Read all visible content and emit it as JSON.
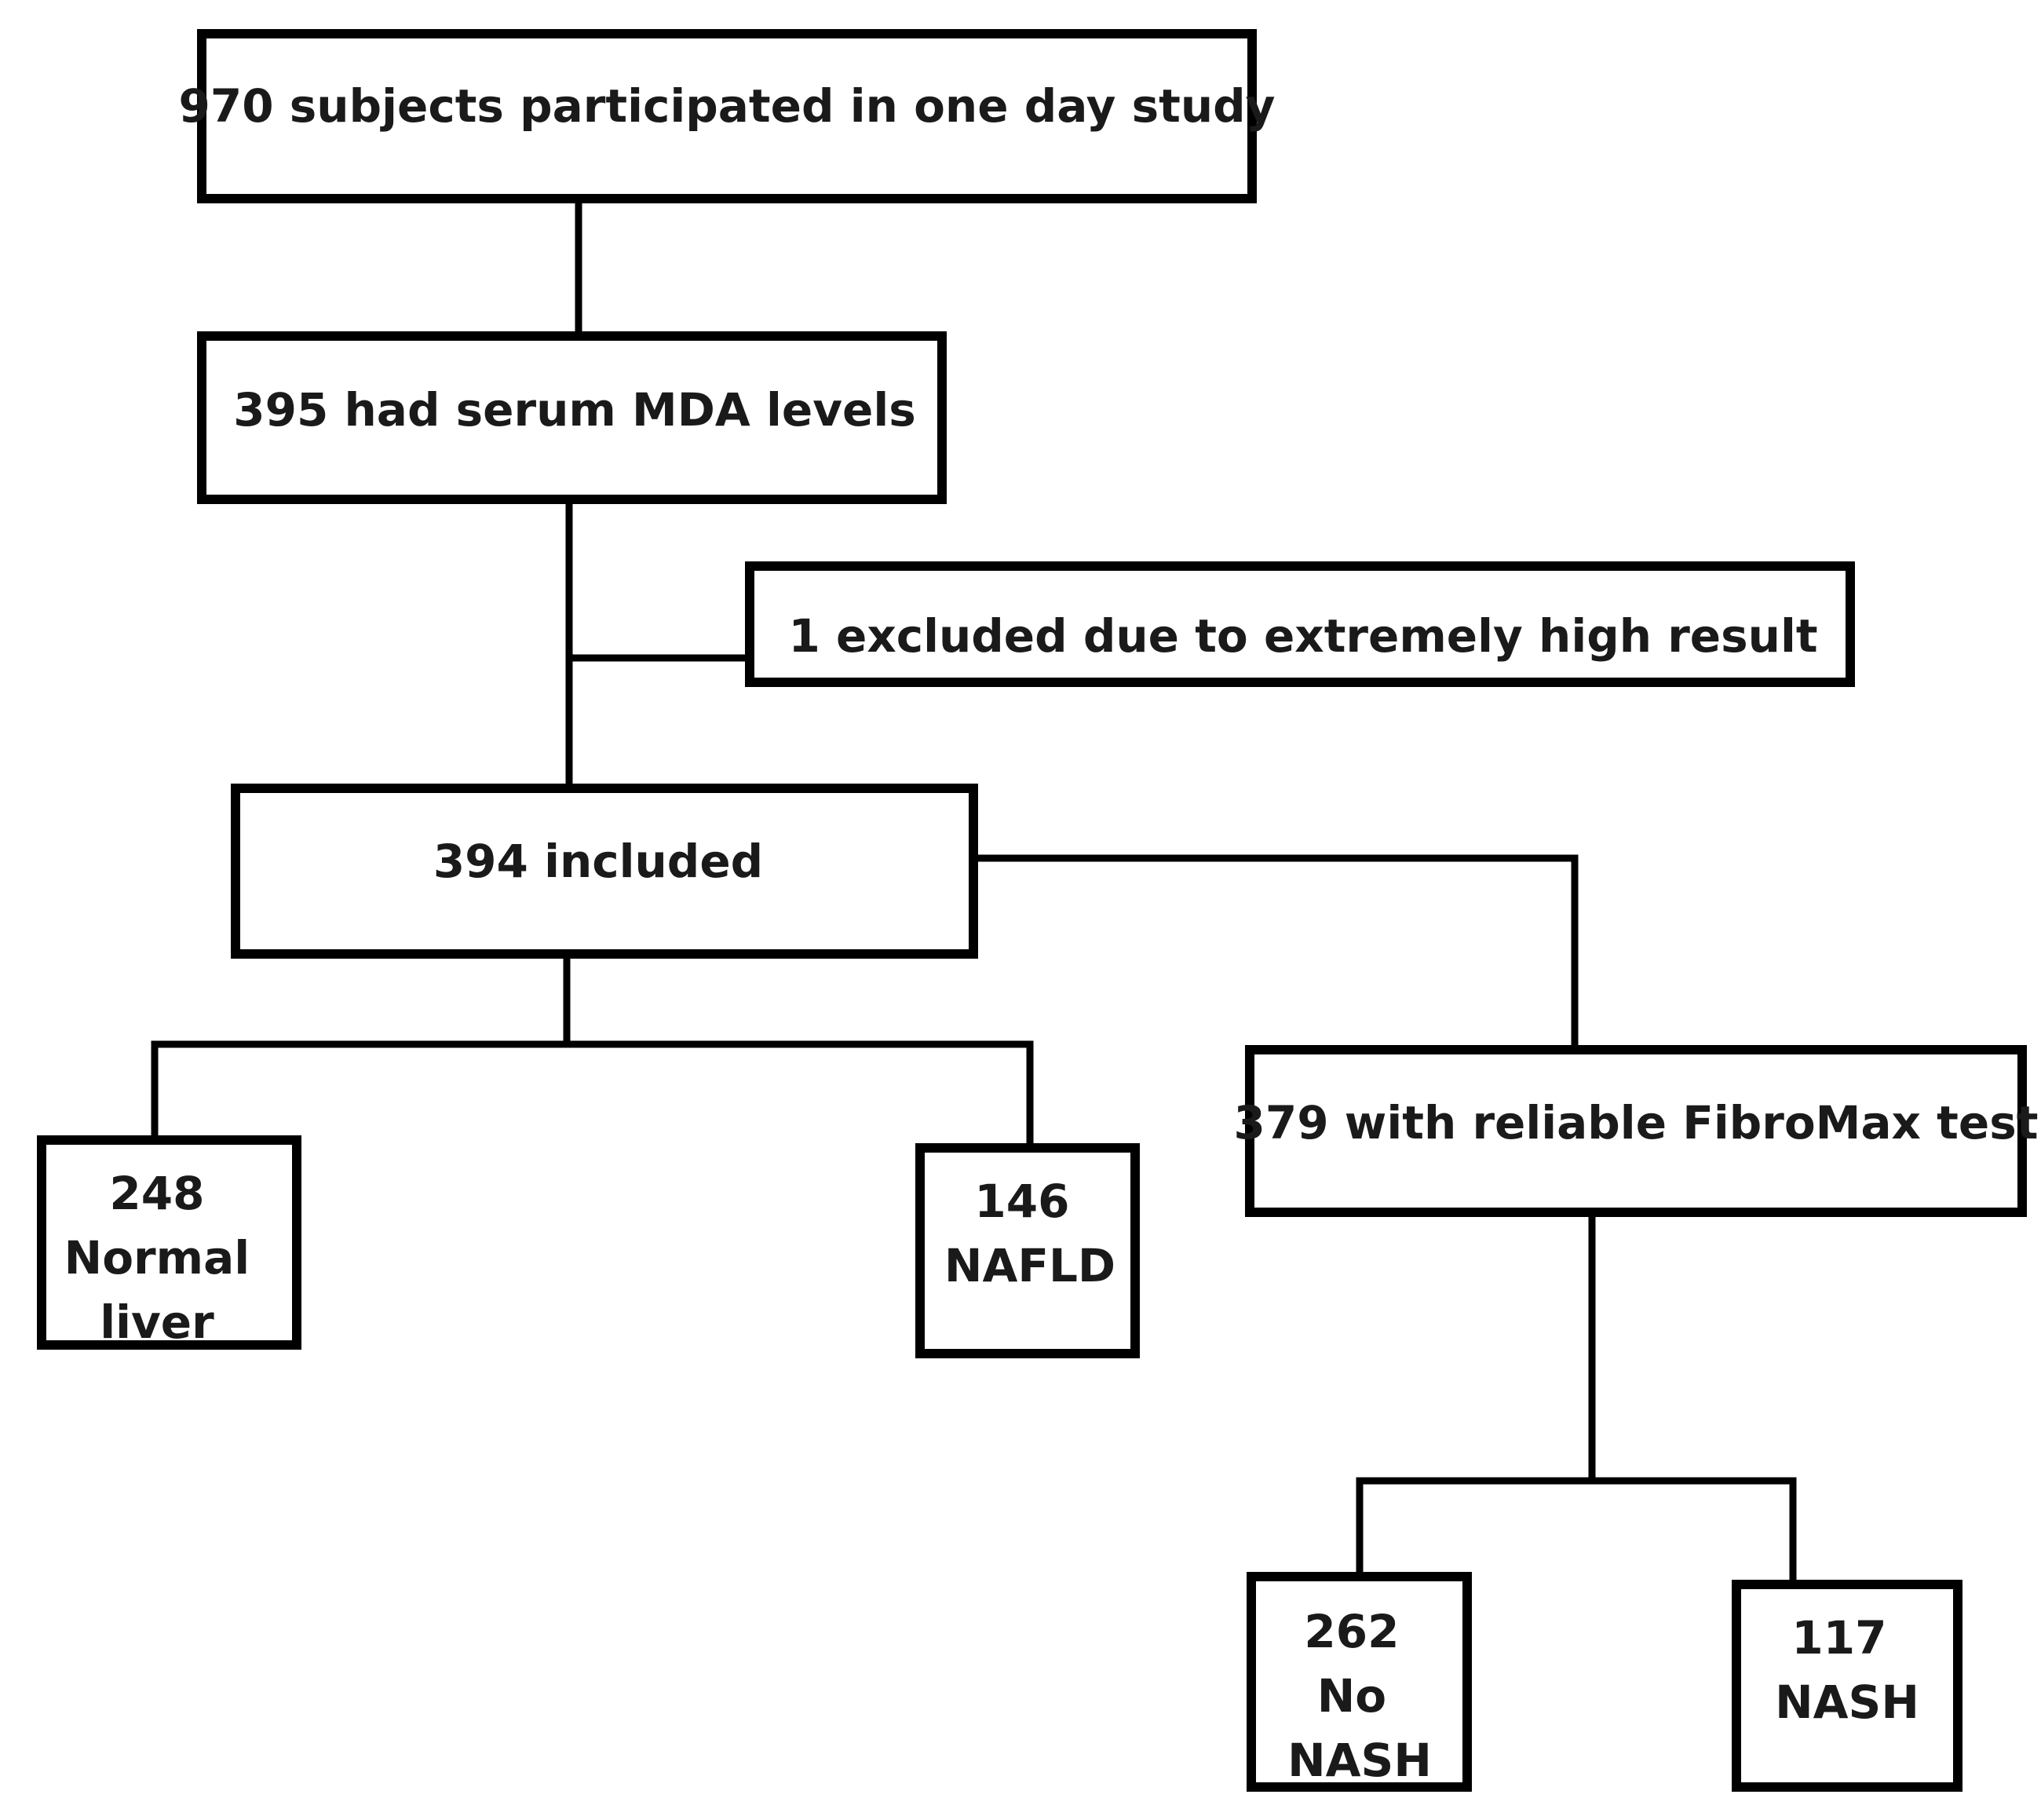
{
  "nodes": {
    "participants": {
      "lines": [
        "970 subjects participated in one day study"
      ]
    },
    "mda": {
      "lines": [
        "395 had serum MDA levels"
      ]
    },
    "excluded": {
      "lines": [
        "1 excluded due to extremely high result"
      ]
    },
    "included": {
      "lines": [
        "394 included"
      ]
    },
    "normal": {
      "lines": [
        "248",
        "Normal",
        "liver"
      ]
    },
    "nafld": {
      "lines": [
        "146",
        "NAFLD"
      ]
    },
    "fibromax": {
      "lines": [
        "379 with reliable FibroMax test"
      ]
    },
    "no_nash": {
      "lines": [
        "262",
        "No",
        "NASH"
      ]
    },
    "nash": {
      "lines": [
        "117",
        "NASH"
      ]
    }
  }
}
